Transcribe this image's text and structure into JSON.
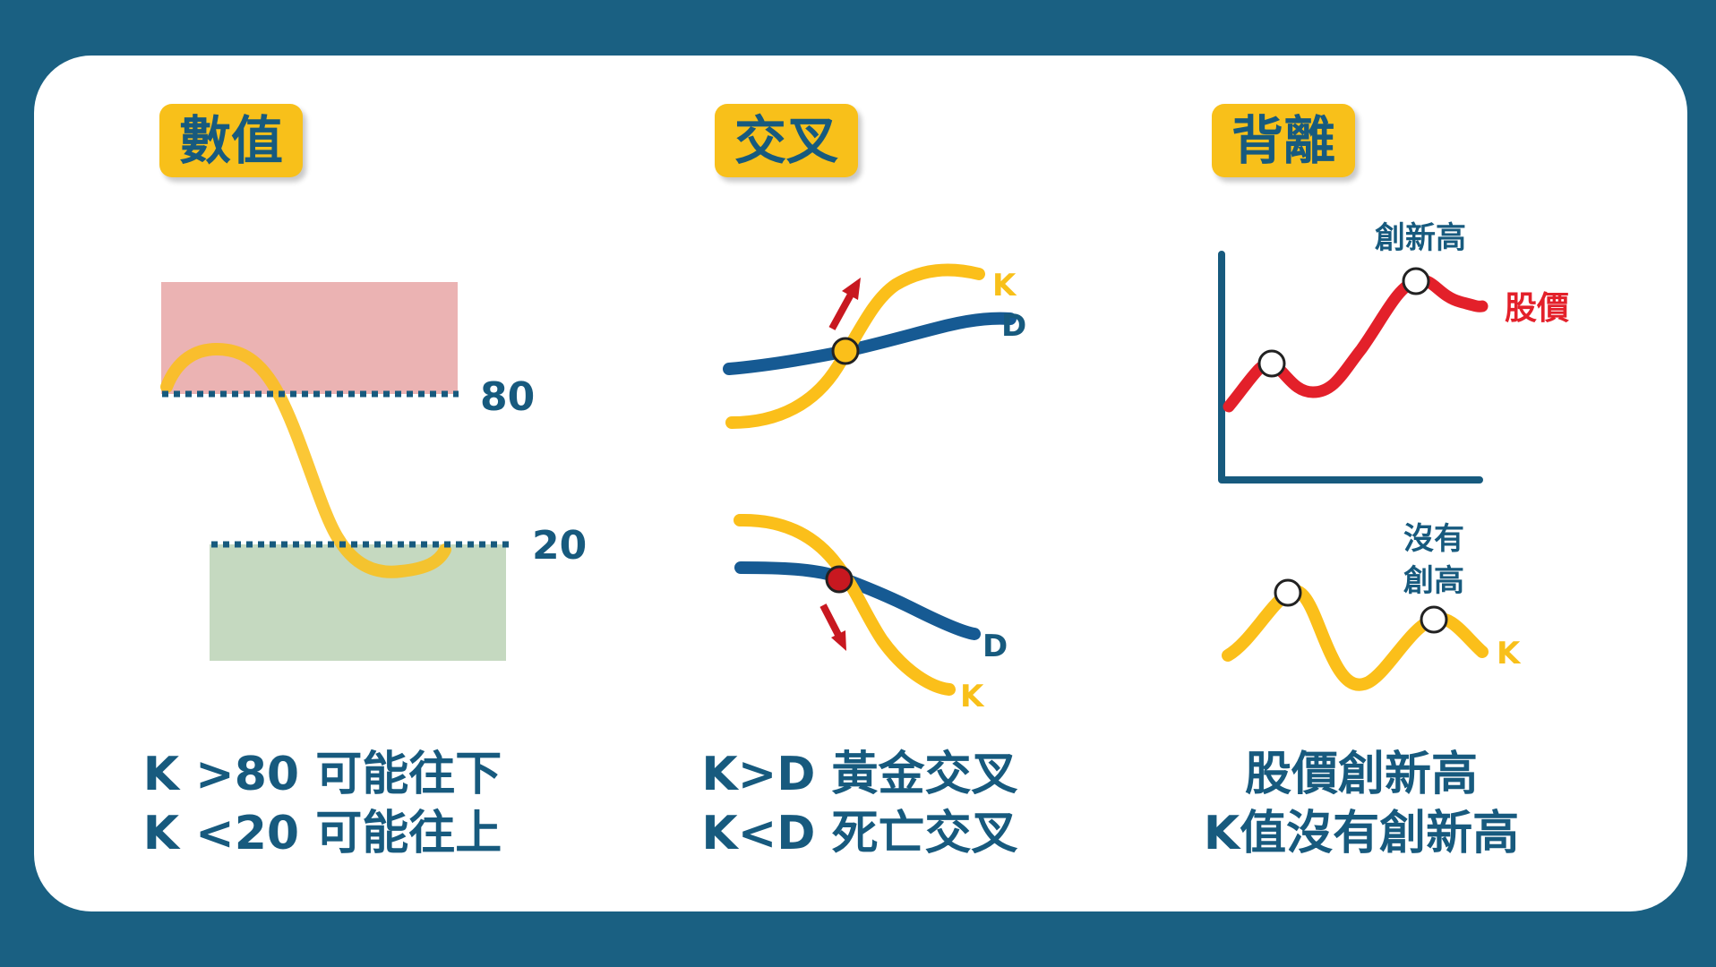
{
  "panels": {
    "value": {
      "title": "數值",
      "line80": "80",
      "line20": "20",
      "caption1": "K >80 可能往下",
      "caption2": "K <20 可能往上"
    },
    "cross": {
      "title": "交叉",
      "golden_k": "K",
      "golden_d": "D",
      "death_d": "D",
      "death_k": "K",
      "caption1": "K>D 黃金交叉",
      "caption2": "K<D 死亡交叉"
    },
    "divergence": {
      "title": "背離",
      "new_high": "創新高",
      "price": "股價",
      "no_new_high_1": "沒有",
      "no_new_high_2": "創高",
      "k_label": "K",
      "caption1": "股價創新高",
      "caption2": "K值沒有創新高"
    }
  },
  "colors": {
    "background": "#1a6082",
    "text_blue": "#175a7e",
    "tag_yellow": "#f8c01a",
    "k_line": "#fbbf1a",
    "d_line": "#165a93",
    "price_line": "#e3202a",
    "overbought_zone": "#ebb3b3",
    "oversold_zone": "#c5d9c0",
    "arrow_red": "#c81820"
  }
}
